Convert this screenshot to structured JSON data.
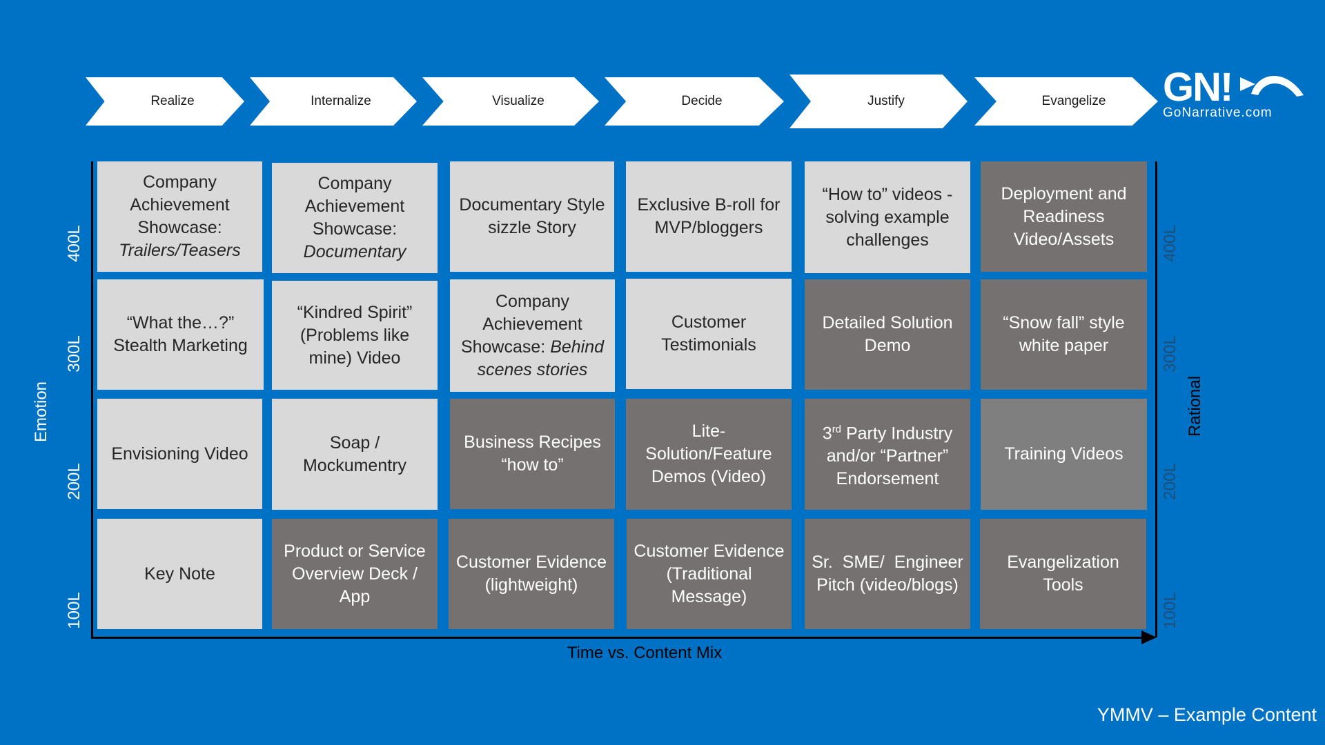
{
  "stages": [
    "Realize",
    "Internalize",
    "Visualize",
    "Decide",
    "Justify",
    "Evangelize"
  ],
  "logo": {
    "mark": "GN!",
    "url": "GoNarrative.com"
  },
  "axes": {
    "x_title": "Time vs. Content Mix",
    "left_title": "Emotion",
    "right_title": "Rational",
    "levels": [
      "400L",
      "300L",
      "200L",
      "100L"
    ]
  },
  "grid": {
    "rows": [
      [
        {
          "text": "Company Achievement Showcase:",
          "italic": "Trailers/Teasers",
          "tone": "light"
        },
        {
          "text": "Company Achievement Showcase:",
          "italic": "Documentary",
          "tone": "light"
        },
        {
          "text": "Documentary Style sizzle Story",
          "italic": "",
          "tone": "light"
        },
        {
          "text": "Exclusive B-roll for MVP/bloggers",
          "italic": "",
          "tone": "light"
        },
        {
          "text": "“How to” videos - solving example challenges",
          "italic": "",
          "tone": "light"
        },
        {
          "text": "Deployment and Readiness Video/Assets",
          "italic": "",
          "tone": "dark"
        }
      ],
      [
        {
          "text": "“What the…?” Stealth Marketing",
          "italic": "",
          "tone": "light"
        },
        {
          "text": "“Kindred Spirit” (Problems like mine) Video",
          "italic": "",
          "tone": "light"
        },
        {
          "text": "Company Achievement Showcase:",
          "italic": "Behind scenes stories",
          "tone": "light"
        },
        {
          "text": "Customer Testimonials",
          "italic": "",
          "tone": "light"
        },
        {
          "text": "Detailed Solution Demo",
          "italic": "",
          "tone": "dark"
        },
        {
          "text": "“Snow fall” style white paper",
          "italic": "",
          "tone": "dark"
        }
      ],
      [
        {
          "text": "Envisioning Video",
          "italic": "",
          "tone": "light"
        },
        {
          "text": "Soap / Mockumentry",
          "italic": "",
          "tone": "light"
        },
        {
          "text": "Business Recipes “how to”",
          "italic": "",
          "tone": "dark"
        },
        {
          "text": "Lite-Solution/Feature Demos (Video)",
          "italic": "",
          "tone": "dark"
        },
        {
          "text": "3rd Party Industry and/or “Partner” Endorsement",
          "italic": "",
          "tone": "dark"
        },
        {
          "text": "Training Videos",
          "italic": "",
          "tone": "mid"
        }
      ],
      [
        {
          "text": "Key Note",
          "italic": "",
          "tone": "light"
        },
        {
          "text": "Product or Service Overview Deck / App",
          "italic": "",
          "tone": "dark"
        },
        {
          "text": "Customer Evidence (lightweight)",
          "italic": "",
          "tone": "dark"
        },
        {
          "text": "Customer Evidence (Traditional Message)",
          "italic": "",
          "tone": "dark"
        },
        {
          "text": "Sr.  SME/  Engineer Pitch (video/blogs)",
          "italic": "",
          "tone": "dark"
        },
        {
          "text": "Evangelization Tools",
          "italic": "",
          "tone": "dark"
        }
      ]
    ]
  },
  "footer": "YMMV – Example Content",
  "colors": {
    "background": "#0072C6",
    "light_cell": "#D9D9D9",
    "dark_cell": "#767171",
    "mid_cell": "#7F7F7F"
  }
}
